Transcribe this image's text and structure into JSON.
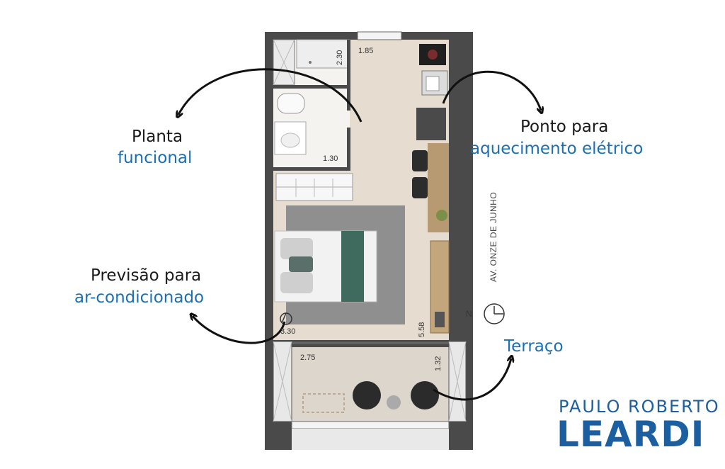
{
  "labels": {
    "planta_line1": "Planta",
    "planta_line2": "funcional",
    "ponto_line1": "Ponto para",
    "ponto_line2": "aquecimento elétrico",
    "previsao_line1": "Previsão para",
    "previsao_line2": "ar-condicionado",
    "terraco": "Terraço"
  },
  "dimensions": {
    "bath_top_height": "2.30",
    "bath_width": "1.85",
    "bath_bottom": "1.30",
    "room_width": "3.30",
    "room_length": "5.58",
    "terrace_width": "2.75",
    "terrace_depth": "1.32"
  },
  "street_name": "AV. ONZE DE JUNHO",
  "compass_letter": "N",
  "brand": {
    "line1": "PAULO ROBERTO",
    "line2": "LEARDI"
  },
  "colors": {
    "accent_blue": "#1c6fb4",
    "brand_blue": "#1c5fa0",
    "wall": "#4a4a4a",
    "floor": "#e6ddd0"
  }
}
